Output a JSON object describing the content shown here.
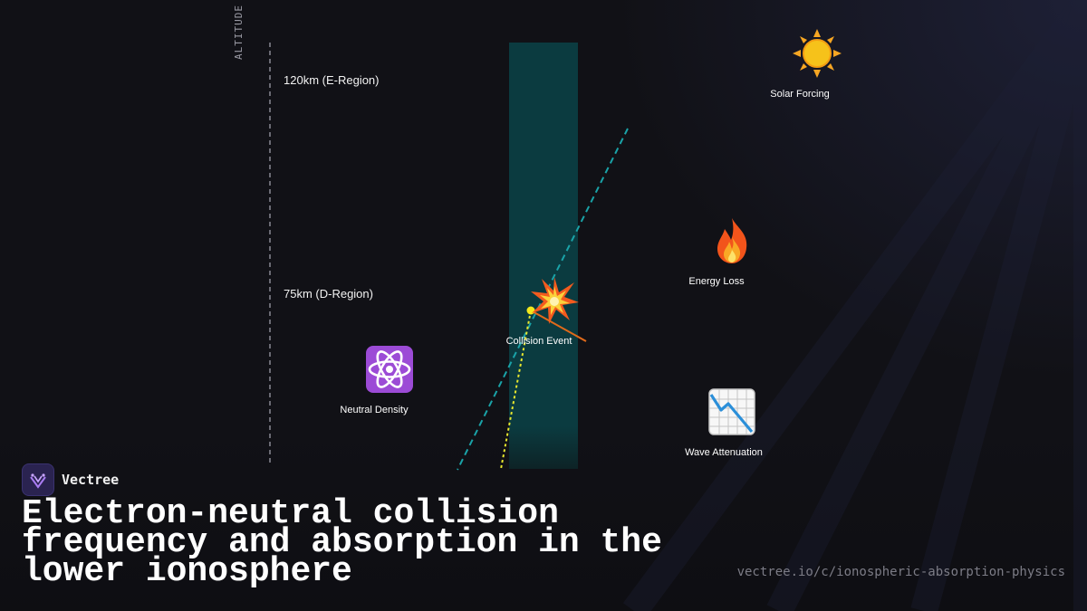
{
  "diagram": {
    "axis_label": "ALTITUDE (",
    "regions": [
      {
        "label": "120km (E-Region)"
      },
      {
        "label": "75km (D-Region)"
      }
    ],
    "nodes": [
      {
        "label": "Solar Forcing",
        "icon": "sun-icon"
      },
      {
        "label": "Energy Loss",
        "icon": "fire-icon"
      },
      {
        "label": "Collision Event",
        "icon": "collision-icon"
      },
      {
        "label": "Neutral Density",
        "icon": "atom-icon"
      },
      {
        "label": "Wave Attenuation",
        "icon": "chart-decreasing-icon"
      }
    ],
    "colors": {
      "absorption_band": "#0b3b40",
      "wave_path": "#1aa3a8",
      "electron_path": "#e6e62e",
      "scatter_path": "#e06a1a",
      "background": "#111116"
    }
  },
  "brand": {
    "name": "Vectree"
  },
  "headline": "Electron-neutral collision frequency and absorption in the lower ionosphere",
  "url": "vectree.io/c/ionospheric-absorption-physics"
}
